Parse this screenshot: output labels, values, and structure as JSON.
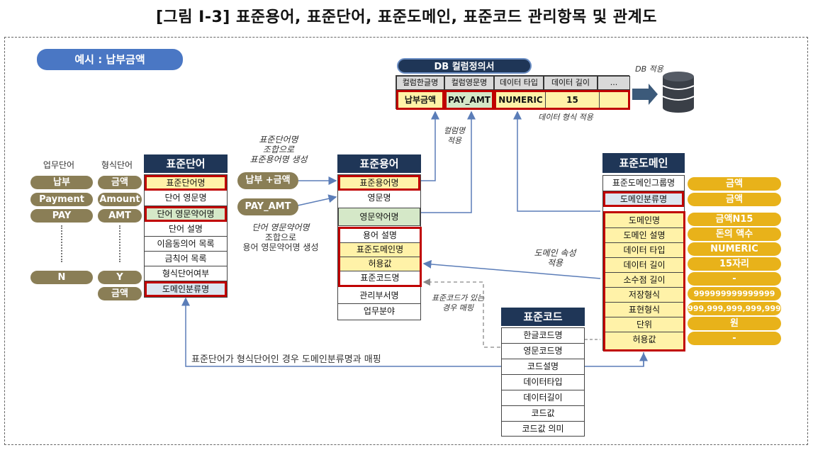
{
  "title": "[그림 Ⅰ-3] 표준용어, 표준단어, 표준도메인, 표준코드 관리항목 및 관계도",
  "example_badge": "예시 : 납부금액",
  "db_spec": {
    "title": "DB 컬럼정의서",
    "headers": [
      "컬럼한글명",
      "컬럼영문명",
      "데이터 타입",
      "데이터 길이",
      "..."
    ],
    "values": [
      "납부금액",
      "PAY_AMT",
      "NUMERIC",
      "15",
      ""
    ],
    "db_apply": "DB 적용",
    "type_apply": "데이터 형식 적용",
    "colname_apply": "컬럼명\n적용"
  },
  "word_col_headers": {
    "business": "업무단어",
    "format": "형식단어"
  },
  "business_words": [
    "납부",
    "Payment",
    "PAY",
    "N"
  ],
  "format_words": [
    "금액",
    "Amount",
    "AMT",
    "Y",
    "금액"
  ],
  "std_word": {
    "title": "표준단어",
    "items": [
      "표준단어명",
      "단어 영문명",
      "단어 영문약어명",
      "단어 설명",
      "이음동의어 목록",
      "금칙어 목록",
      "형식단어여부",
      "도메인분류명"
    ]
  },
  "compose": {
    "name_note": "표준단어명\n조합으로\n표준용어명 생성",
    "name_pill": "납부 +금액",
    "abbr_pill": "PAY_AMT",
    "abbr_note_1": "단어 영문약어명",
    "abbr_note_2": "조합으로",
    "abbr_note_3": "용어 영문약어명 생성"
  },
  "std_term": {
    "title": "표준용어",
    "items": [
      "표준용어명",
      "영문명",
      "영문약어명",
      "용어 설명",
      "표준도메인명",
      "허용값",
      "표준코드명",
      "관리부서명",
      "업무분야"
    ]
  },
  "std_domain": {
    "title": "표준도메인",
    "items": [
      "표준도메인그룹명",
      "도메인분류명",
      "도메인명",
      "도메인 설명",
      "데이터 타입",
      "데이터 길이",
      "소수점 길이",
      "저장형식",
      "표현형식",
      "단위",
      "허용값"
    ],
    "values": [
      "금액",
      "금액",
      "금액N15",
      "돈의 액수",
      "NUMERIC",
      "15자리",
      "-",
      "999999999999999",
      "999,999,999,999,999",
      "원",
      "-"
    ]
  },
  "std_code": {
    "title": "표준코드",
    "items": [
      "한글코드명",
      "영문코드명",
      "코드설명",
      "데이터타입",
      "데이터길이",
      "코드값",
      "코드값 의미"
    ]
  },
  "notes": {
    "domain_attr": "도메인 속성\n적용",
    "code_map": "표준코드가 있는\n경우 매핑",
    "format_map": "표준단어가 형식단어인 경우 도메인분류명과 매핑"
  }
}
